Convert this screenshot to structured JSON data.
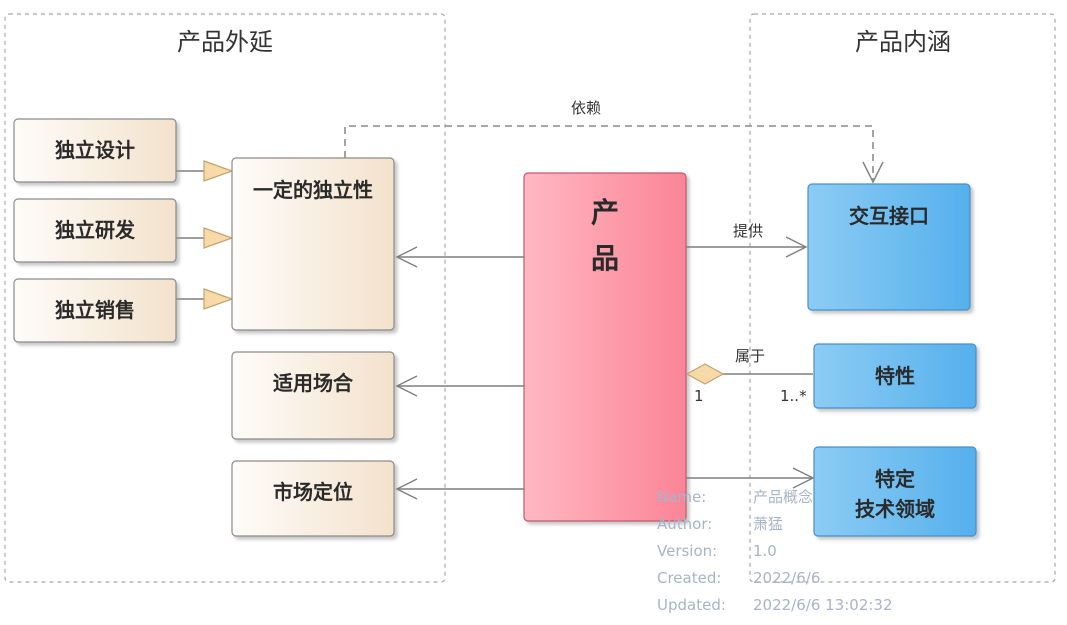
{
  "frames": {
    "outer": "产品外延",
    "inner": "产品内涵"
  },
  "nodes": {
    "design": "独立设计",
    "research": "独立研发",
    "sales": "独立销售",
    "independence": "一定的独立性",
    "scenario": "适用场合",
    "positioning": "市场定位",
    "product_line1": "产",
    "product_line2": "品",
    "interface": "交互接口",
    "feature": "特性",
    "domain_line1": "特定",
    "domain_line2": "技术领域"
  },
  "edges": {
    "depends": "依赖",
    "provides": "提供",
    "belongs": "属于",
    "mult_product": "1",
    "mult_feature": "1..*"
  },
  "meta": {
    "name_key": "Name:",
    "name_val": "产品概念",
    "author_key": "Author:",
    "author_val": "萧猛",
    "version_key": "Version:",
    "version_val": "1.0",
    "created_key": "Created:",
    "created_val": "2022/6/6",
    "updated_key": "Updated:",
    "updated_val": "2022/6/6 13:02:32"
  },
  "colors": {
    "beige": "#f7ebdc",
    "blue": "#5ab4ec",
    "pink": "#f98a9c"
  }
}
